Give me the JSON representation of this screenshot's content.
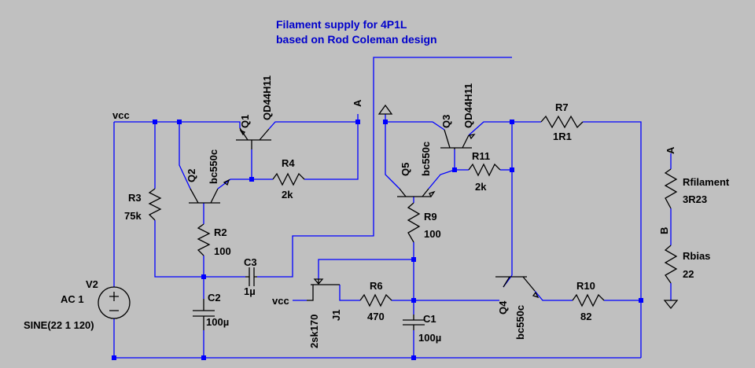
{
  "title": {
    "line1": "Filament supply for 4P1L",
    "line2": "based on Rod Coleman design"
  },
  "colors": {
    "background": "#c0c0c0",
    "wire": "#0000ff",
    "component": "#000000",
    "title": "#0000cc"
  },
  "nets": {
    "vcc_top": "vcc",
    "vcc_j1": "vcc",
    "a_top": "A",
    "a_right": "A",
    "b_right": "B"
  },
  "components": {
    "q1": {
      "ref": "Q1",
      "model": "QD44H11"
    },
    "q2": {
      "ref": "Q2",
      "model": "bc550c"
    },
    "q3": {
      "ref": "Q3",
      "model": "QD44H11"
    },
    "q4": {
      "ref": "Q4",
      "model": "bc550c"
    },
    "q5": {
      "ref": "Q5",
      "model": "bc550c"
    },
    "r2": {
      "ref": "R2",
      "value": "100"
    },
    "r3": {
      "ref": "R3",
      "value": "75k"
    },
    "r4": {
      "ref": "R4",
      "value": "2k"
    },
    "r6": {
      "ref": "R6",
      "value": "470"
    },
    "r7": {
      "ref": "R7",
      "value": "1R1"
    },
    "r9": {
      "ref": "R9",
      "value": "100"
    },
    "r10": {
      "ref": "R10",
      "value": "82"
    },
    "r11": {
      "ref": "R11",
      "value": "2k"
    },
    "rfil": {
      "ref": "Rfilament",
      "value": "3R23"
    },
    "rbias": {
      "ref": "Rbias",
      "value": "22"
    },
    "c1": {
      "ref": "C1",
      "value": "100µ"
    },
    "c2": {
      "ref": "C2",
      "value": "100µ"
    },
    "c3": {
      "ref": "C3",
      "value": "1µ"
    },
    "j1": {
      "ref": "J1",
      "model": "2sk170"
    },
    "v2": {
      "ref": "V2",
      "type": "AC 1",
      "spec": "SINE(22 1 120)"
    }
  }
}
